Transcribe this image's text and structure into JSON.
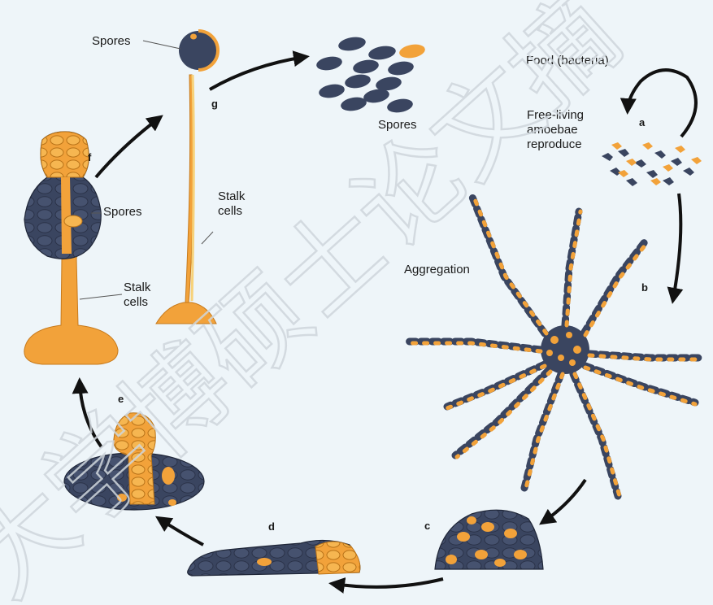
{
  "labels": {
    "spores_top": "Spores",
    "spores_cluster": "Spores",
    "spores_f": "Spores",
    "stalk_g_1": "Stalk",
    "stalk_g_2": "cells",
    "stalk_f_1": "Stalk",
    "stalk_f_2": "cells",
    "food": "Food (bacteria)",
    "free_living_1": "Free-living",
    "free_living_2": "amoebae",
    "free_living_3": "reproduce",
    "aggregation": "Aggregation"
  },
  "stages": {
    "a": "a",
    "b": "b",
    "c": "c",
    "d": "d",
    "e": "e",
    "f": "f",
    "g": "g"
  },
  "watermark": "大学博硕士论文摘",
  "colors": {
    "background": "#eef5f9",
    "spore_dark": "#3a4560",
    "stalk_orange": "#f2a23a",
    "stalk_light": "#f7d27a",
    "arrow": "#111111"
  }
}
